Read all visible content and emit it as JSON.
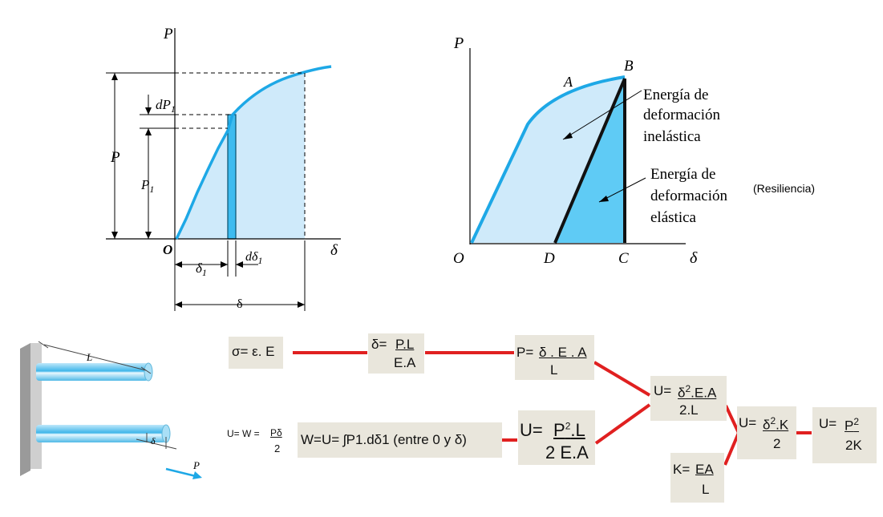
{
  "colors": {
    "curve": "#1ea8e6",
    "fill_light": "#cfeafa",
    "fill_strip": "#3dbbef",
    "fill_elastic": "#5fcbf5",
    "box_bg": "#e9e6dc",
    "connector": "#e02020"
  },
  "diagram1": {
    "P_axis": "P",
    "delta_axis": "δ",
    "origin": "O",
    "dP1": "dP",
    "dP1_sub": "1",
    "P_total": "P",
    "P1": "P",
    "P1_sub": "1",
    "delta1": "δ",
    "delta1_sub": "1",
    "d_delta1": "dδ",
    "d_delta1_sub": "1",
    "delta_total": "δ"
  },
  "diagram2": {
    "P_axis": "P",
    "delta_axis": "δ",
    "O": "O",
    "A": "A",
    "B": "B",
    "C": "C",
    "D": "D",
    "inelastic": [
      "Energía de",
      "deformación",
      "inelástica"
    ],
    "elastic": [
      "Energía de",
      "deformación",
      "elástica"
    ],
    "resilience": "(Resiliencia)"
  },
  "bars": {
    "L": "L",
    "delta": "δ",
    "P": "P"
  },
  "formulas": {
    "f1": "σ= ε. E",
    "f2": {
      "lhs": "δ=",
      "num": "P.L",
      "den": "E.A"
    },
    "f3": {
      "lhs": "P=",
      "num": "δ . E . A",
      "den": "L"
    },
    "f4": {
      "lhs": "U=",
      "num_a": "δ",
      "sup": "2",
      "num_b": ".E.A",
      "den": "2.L"
    },
    "f5": {
      "lhs": "U=",
      "num_a": "δ",
      "sup": "2",
      "num_b": ".K",
      "den": "2"
    },
    "f6": {
      "lhs": "U=",
      "num_a": "P",
      "sup": "2",
      "den": "2K"
    },
    "f7": {
      "lhs": "U= W =",
      "num": "Pδ",
      "den": "2"
    },
    "f8": "W=U= ʃP1.dδ1 (entre 0 y δ)",
    "f9": {
      "lhs": "U=",
      "num_a": "P",
      "sup": "2",
      "num_b": ".L",
      "den": "2 E.A"
    },
    "f10": {
      "lhs": "K=",
      "num": "EA",
      "den": "L"
    }
  }
}
